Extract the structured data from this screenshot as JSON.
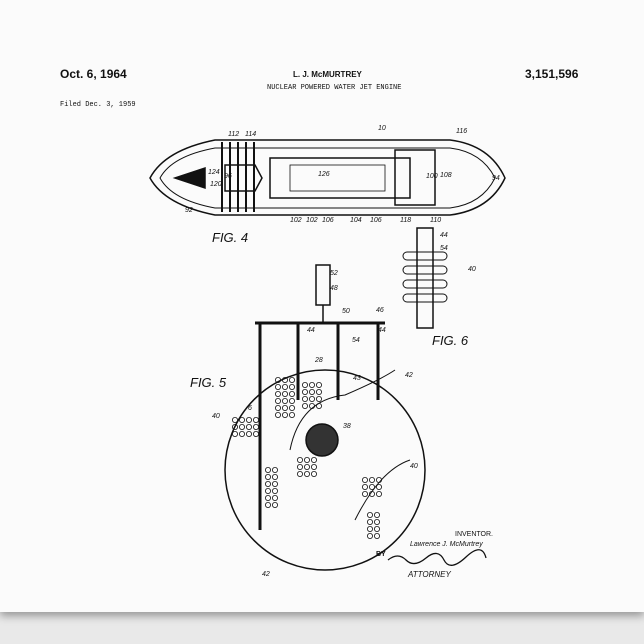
{
  "header": {
    "date": "Oct. 6, 1964",
    "inventor_name": "L. J. McMURTREY",
    "patent_number": "3,151,596",
    "title": "NUCLEAR POWERED WATER JET ENGINE",
    "filed": "Filed Dec. 3, 1959"
  },
  "figures": {
    "fig4": "FIG. 4",
    "fig5": "FIG. 5",
    "fig6": "FIG. 6"
  },
  "footer": {
    "inventor_label": "INVENTOR.",
    "inventor": "Lawrence J. McMurtrey",
    "by": "BY",
    "attorney_label": "ATTORNEY"
  },
  "reference_numerals": {
    "fig4": [
      "10",
      "112",
      "114",
      "116",
      "124",
      "96",
      "126",
      "100",
      "102",
      "108",
      "94",
      "120",
      "92",
      "102",
      "106",
      "104",
      "106",
      "118",
      "110"
    ],
    "fig5": [
      "52",
      "48",
      "50",
      "46",
      "44",
      "44",
      "54",
      "28",
      "43",
      "42",
      "40",
      "6",
      "38",
      "40",
      "42"
    ],
    "fig6": [
      "44",
      "54",
      "40"
    ]
  },
  "colors": {
    "paper": "#fbfbfb",
    "ink": "#111111"
  }
}
